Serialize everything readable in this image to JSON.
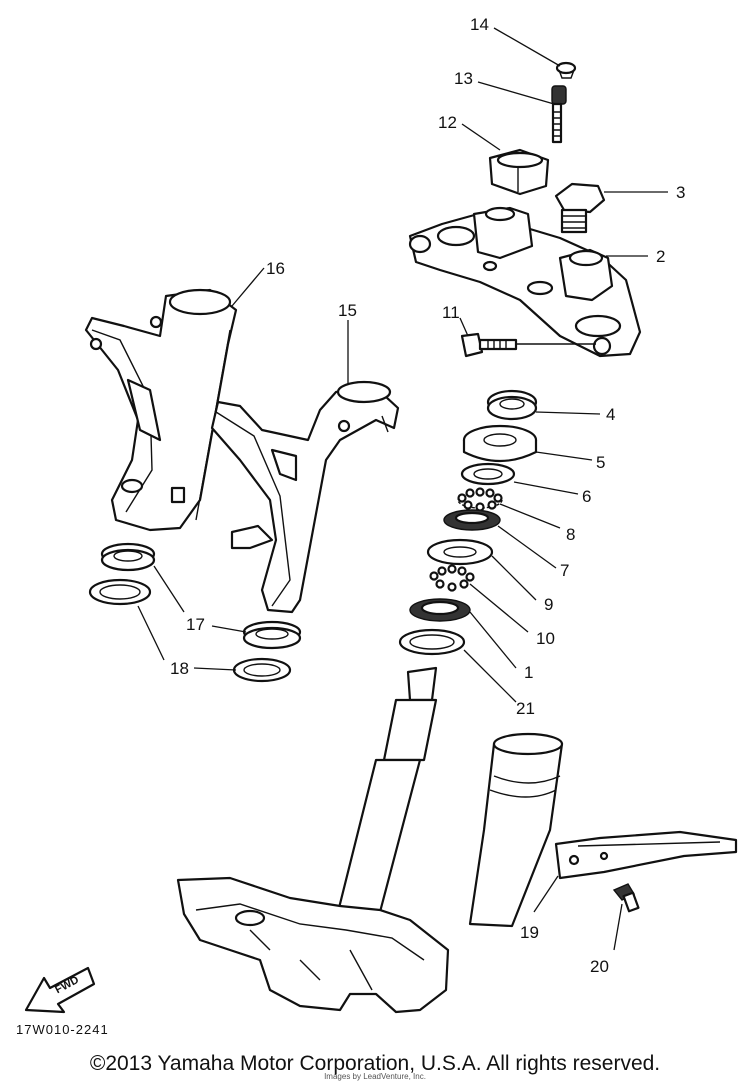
{
  "diagram": {
    "reference_code": "17W010-2241",
    "fwd_label": "FWD",
    "parts": [
      {
        "id": "p14",
        "label": "14"
      },
      {
        "id": "p13",
        "label": "13"
      },
      {
        "id": "p12",
        "label": "12"
      },
      {
        "id": "p3",
        "label": "3"
      },
      {
        "id": "p2",
        "label": "2"
      },
      {
        "id": "p16",
        "label": "16"
      },
      {
        "id": "p15",
        "label": "15"
      },
      {
        "id": "p11",
        "label": "11"
      },
      {
        "id": "p4",
        "label": "4"
      },
      {
        "id": "p5",
        "label": "5"
      },
      {
        "id": "p6",
        "label": "6"
      },
      {
        "id": "p8",
        "label": "8"
      },
      {
        "id": "p7",
        "label": "7"
      },
      {
        "id": "p9",
        "label": "9"
      },
      {
        "id": "p10",
        "label": "10"
      },
      {
        "id": "p1",
        "label": "1"
      },
      {
        "id": "p21",
        "label": "21"
      },
      {
        "id": "p17",
        "label": "17"
      },
      {
        "id": "p18",
        "label": "18"
      },
      {
        "id": "p19",
        "label": "19"
      },
      {
        "id": "p20",
        "label": "20"
      }
    ]
  },
  "footer": {
    "copyright": "©2013 Yamaha Motor Corporation, U.S.A. All rights reserved.",
    "credit": "Images by LeadVenture, Inc."
  }
}
